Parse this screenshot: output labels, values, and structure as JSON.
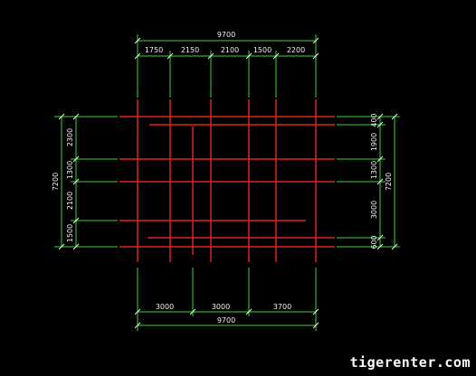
{
  "drawing": {
    "top": {
      "total": "9700",
      "segments": [
        "1750",
        "2150",
        "2100",
        "1500",
        "2200"
      ]
    },
    "bottom": {
      "total": "9700",
      "segments": [
        "3000",
        "3000",
        "3700"
      ]
    },
    "left": {
      "total": "7200",
      "segments": [
        "2300",
        "1300",
        "2100",
        "1500"
      ]
    },
    "right": {
      "total": "7200",
      "segments": [
        "400",
        "1900",
        "1300",
        "3000",
        "600"
      ]
    },
    "colors": {
      "background": "#000000",
      "beam": "#e0241b",
      "dimension": "#3ed43a",
      "text": "#f2f2f2"
    }
  },
  "watermark": "tigerenter.com"
}
